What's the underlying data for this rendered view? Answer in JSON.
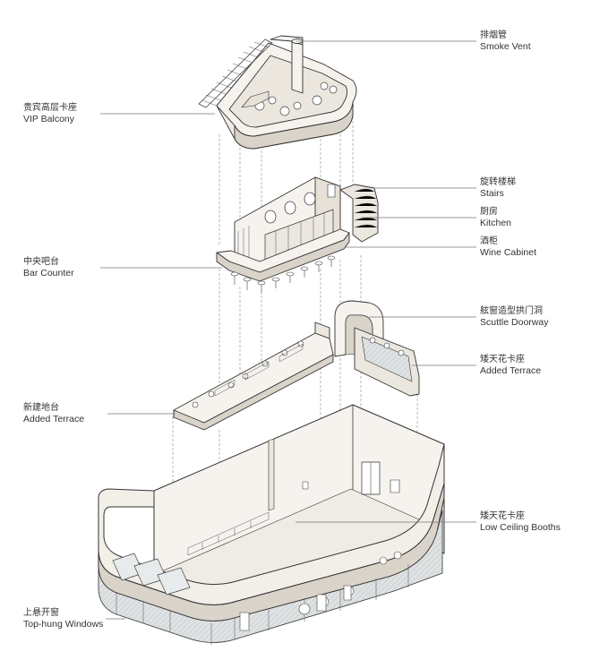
{
  "labels": {
    "smoke_vent": {
      "zh": "排烟管",
      "en": "Smoke Vent"
    },
    "vip_balcony": {
      "zh": "贵宾高层卡座",
      "en": "VIP Balcony"
    },
    "stairs": {
      "zh": "旋转楼梯",
      "en": "Stairs"
    },
    "kitchen": {
      "zh": "厨房",
      "en": "Kitchen"
    },
    "wine_cabinet": {
      "zh": "酒柜",
      "en": "Wine Cabinet"
    },
    "bar_counter": {
      "zh": "中央吧台",
      "en": "Bar Counter"
    },
    "scuttle_doorway": {
      "zh": "舷窗造型拱门洞",
      "en": "Scuttle Doorway"
    },
    "added_terrace_right": {
      "zh": "矮天花卡座",
      "en": "Added Terrace"
    },
    "added_terrace_left": {
      "zh": "新建地台",
      "en": "Added Terrace"
    },
    "low_ceiling_booths": {
      "zh": "矮天花卡座",
      "en": "Low Ceiling Booths"
    },
    "top_hung_windows": {
      "zh": "上悬开窗",
      "en": "Top-hung Windows"
    }
  },
  "colors": {
    "line": "#333333",
    "leader": "#777777",
    "surface": "#f4f1ec",
    "shade": "#e3ddd4",
    "dark": "#9a948c",
    "glass": "#c9cdd0"
  }
}
